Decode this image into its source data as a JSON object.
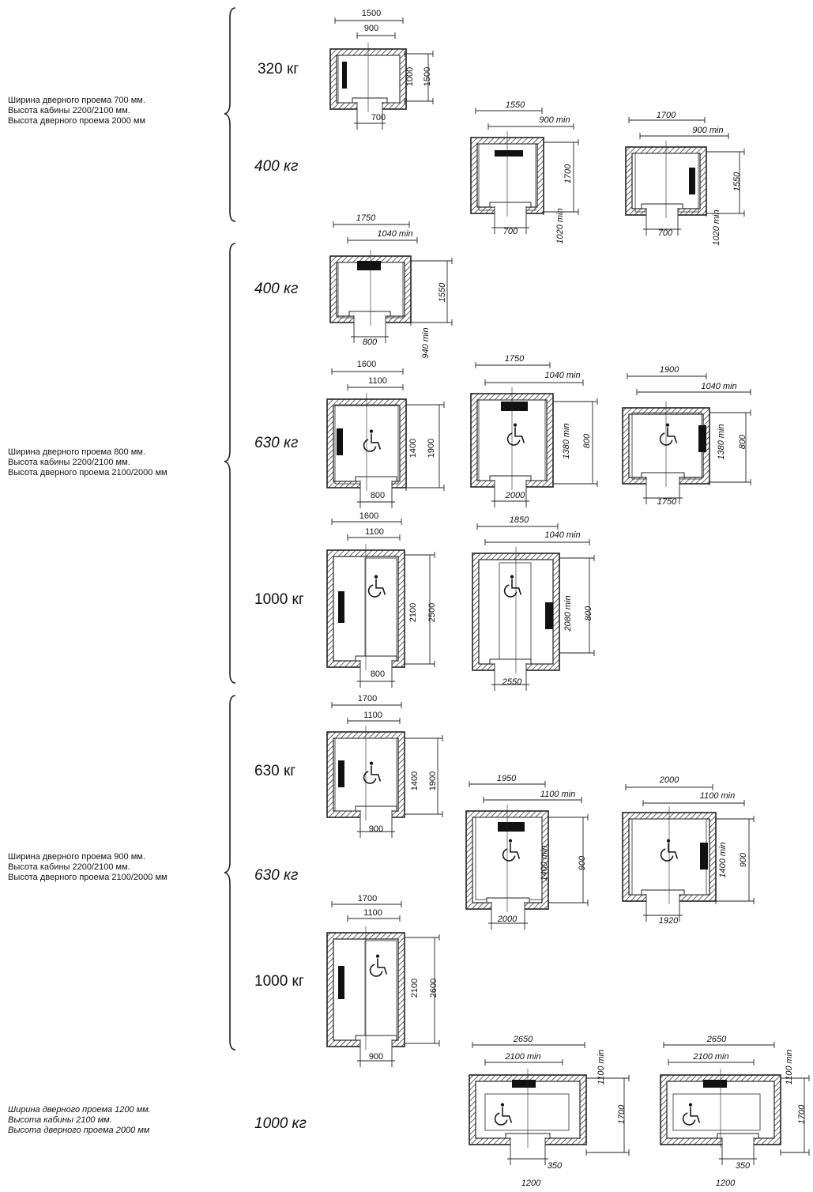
{
  "groups": [
    {
      "lines": [
        "Ширина дверного проема 700 мм.",
        "Высота кабины 2200/2100 мм.",
        "Высота дверного проема 2000 мм"
      ]
    },
    {
      "lines": [
        "Ширина дверного проема 800 мм.",
        "Высота кабины 2200/2100 мм.",
        "Высота дверного проема 2100/2000 мм"
      ]
    },
    {
      "lines": [
        "Ширина дверного проема 900 мм.",
        "Высота кабины 2200/2100 мм.",
        "Высота дверного проема 2100/2000 мм"
      ]
    },
    {
      "lines": [
        "Ширина дверного проема 1200 мм.",
        "Высота кабины 2100 мм.",
        "Высота дверного проема 2000 мм"
      ]
    }
  ],
  "loads": [
    "320 кг",
    "400 кг",
    "400 кг",
    "630 кг",
    "1000 кг",
    "630 кг",
    "630 кг",
    "1000 кг",
    "1000 кг"
  ],
  "cabins": [
    {
      "dims": [
        "1500",
        "900",
        "1000",
        "1500",
        "700"
      ]
    },
    {
      "dims": [
        "1550",
        "900 min",
        "1700",
        "700",
        "1020 min"
      ]
    },
    {
      "dims": [
        "1700",
        "900 min",
        "1550",
        "700",
        "1020 min"
      ]
    },
    {
      "dims": [
        "1750",
        "1040 min",
        "1550",
        "800",
        "940 min"
      ]
    },
    {
      "dims": [
        "1600",
        "1100",
        "1400",
        "1900",
        "800"
      ]
    },
    {
      "dims": [
        "1750",
        "1040 min",
        "1380 min",
        "2000",
        "800"
      ]
    },
    {
      "dims": [
        "1900",
        "1040 min",
        "1380 min",
        "1750",
        "800"
      ]
    },
    {
      "dims": [
        "1600",
        "1100",
        "2100",
        "2500",
        "800"
      ]
    },
    {
      "dims": [
        "1850",
        "1040 min",
        "2080 min",
        "2550",
        "800"
      ]
    },
    {
      "dims": [
        "1700",
        "1100",
        "1400",
        "1900",
        "900"
      ]
    },
    {
      "dims": [
        "1950",
        "1100 min",
        "1400 min",
        "2000",
        "900"
      ]
    },
    {
      "dims": [
        "2000",
        "1100 min",
        "1400 min",
        "1920",
        "900"
      ]
    },
    {
      "dims": [
        "1700",
        "1100",
        "2100",
        "2600",
        "900"
      ]
    },
    {
      "dims": [
        "2650",
        "2100 min",
        "1100 min",
        "1700",
        "350",
        "1200"
      ]
    },
    {
      "dims": [
        "2650",
        "2100 min",
        "1100 min",
        "1700",
        "350",
        "1200"
      ]
    }
  ],
  "icons": [
    "wheelchair-icon",
    "hatch-wall-pattern",
    "control-panel-bar"
  ]
}
